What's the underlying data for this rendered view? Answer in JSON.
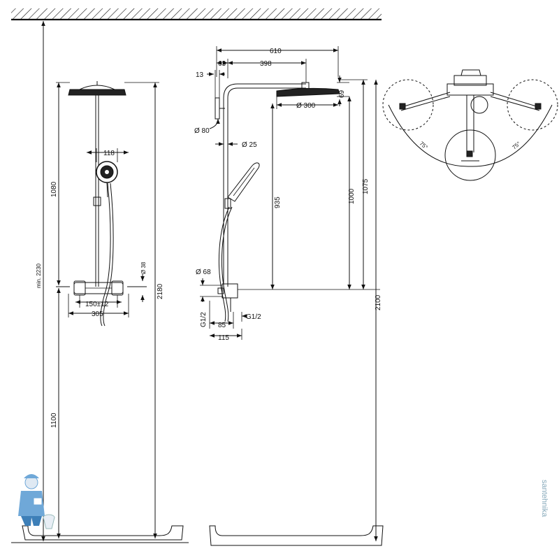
{
  "front_view": {
    "width_top": "118",
    "dia_38": "Ø 38",
    "spacing": "150±12",
    "width_bottom": "305",
    "h_1080": "1080",
    "h_min_2230": "min. 2230",
    "h_2180": "2180",
    "h_1100": "1100"
  },
  "side_view": {
    "w_610": "610",
    "w_63": "63",
    "w_398": "398",
    "w_13": "13",
    "h_69": "69",
    "dia_300": "Ø 300",
    "dia_80": "Ø 80",
    "dia_25": "Ø 25",
    "h_935": "935",
    "h_1000": "1000",
    "h_1075": "1075",
    "h_2100": "2100",
    "dia_68": "Ø 68",
    "g12_left": "G1/2",
    "g12_right": "G1/2",
    "w_85": "85",
    "w_115": "115"
  },
  "top_view": {
    "angle_left": "75°",
    "angle_right": "75°"
  },
  "watermark": {
    "text": "santehnika"
  },
  "colors": {
    "line": "#111111",
    "background": "#ffffff",
    "mascot_blue": "#6fa8d8"
  }
}
